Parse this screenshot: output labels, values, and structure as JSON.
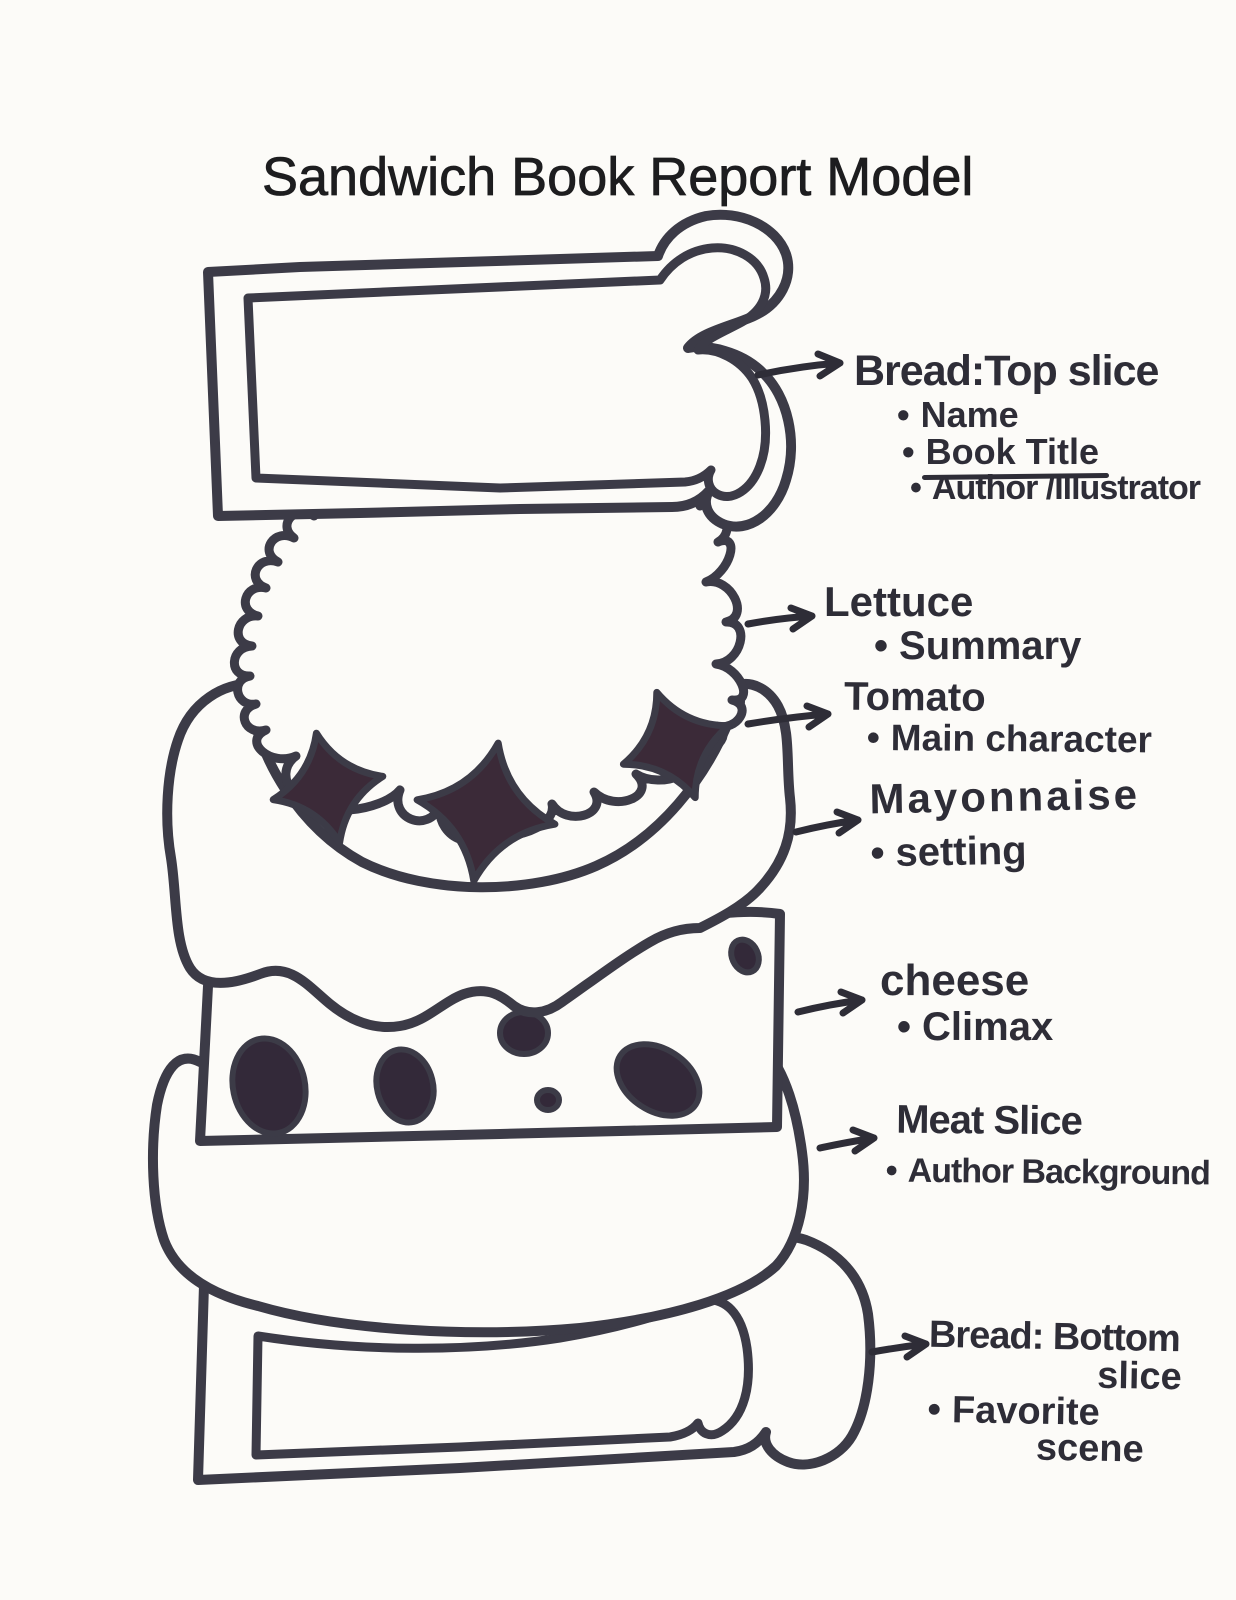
{
  "page": {
    "title": "Sandwich Book Report Model",
    "paper_color": "#fcfbf8",
    "ink_color": "#3c3b47"
  },
  "labels": [
    {
      "heading": "Bread:Top slice",
      "bullets": [
        "Name",
        "Book Title",
        "Author /Illustrator"
      ]
    },
    {
      "heading": "Lettuce",
      "bullets": [
        "Summary"
      ]
    },
    {
      "heading": "Tomato",
      "bullets": [
        "Main character"
      ]
    },
    {
      "heading": "Mayonnaise",
      "bullets": [
        "setting"
      ]
    },
    {
      "heading": "cheese",
      "bullets": [
        "Climax"
      ]
    },
    {
      "heading": "Meat Slice",
      "bullets": [
        "Author Background"
      ]
    },
    {
      "heading": "Bread: Bottom",
      "heading2": "slice",
      "bullets": [
        "Favorite"
      ],
      "bullet2": "scene"
    }
  ]
}
